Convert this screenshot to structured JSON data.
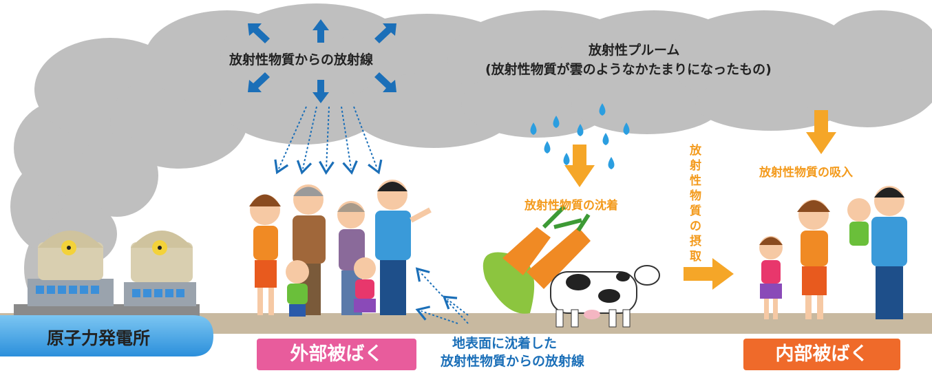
{
  "labels": {
    "plant": "原子力発電所",
    "external_exposure": "外部被ばく",
    "internal_exposure": "内部被ばく",
    "radiation_from_material": "放射性物質からの放射線",
    "plume_title": "放射性プルーム",
    "plume_subtitle": "(放射性物質が雲のようなかたまりになったもの)",
    "deposition": "放射性物質の沈着",
    "ground_radiation_line1": "地表面に沈着した",
    "ground_radiation_line2": "放射性物質からの放射線",
    "inhalation": "放射性物質の吸入",
    "ingestion": "放射性物質の摂取"
  },
  "colors": {
    "cloud": "#bfbfbf",
    "ground": "#c8b9a0",
    "arrow_blue": "#1b6fb8",
    "arrow_orange": "#f5a628",
    "external_box": "#e85c9c",
    "internal_box": "#ef6a2a",
    "plant_band": "#3a9fe0"
  }
}
